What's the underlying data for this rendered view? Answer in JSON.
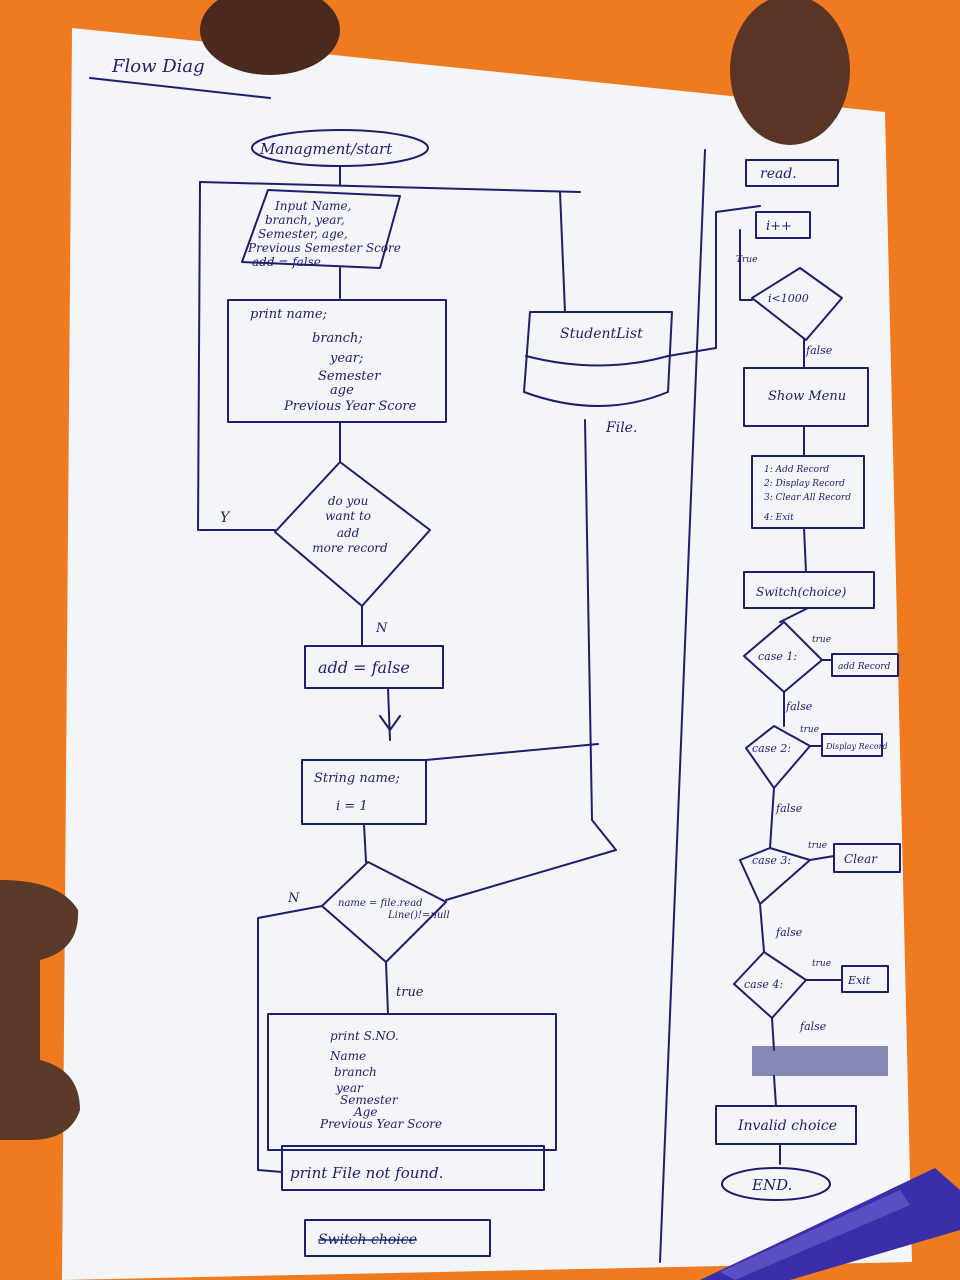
{
  "page_title": "Flow Diag",
  "left": {
    "start": "Managment/start",
    "input": [
      "Input Name,",
      "branch, year,",
      "Semester, age,",
      "Previous Semester Score",
      "add = false"
    ],
    "print": [
      "print name;",
      "branch;",
      "year;",
      "Semester",
      "age",
      "Previous Year Score"
    ],
    "decision_add": [
      "do you",
      "want to",
      "add",
      "more record"
    ],
    "yes": "Y",
    "no": "N",
    "set_add": "add = false",
    "init": [
      "String name;",
      "i = 1"
    ],
    "loop_cond": [
      "name = file.read",
      "Line()!=null"
    ],
    "loop_no": "N",
    "loop_true": "true",
    "print2": [
      "print S.NO.",
      "Name",
      "branch",
      "year",
      "Semester",
      "Age",
      "Previous Year Score"
    ],
    "not_found": "print  File not found.",
    "scribble": "Switch choice"
  },
  "file": {
    "label": "StudentList",
    "caption": "File."
  },
  "right": {
    "head": "read.",
    "incr": "i++",
    "true": "True",
    "cond": "i<1000",
    "false1": "false",
    "menu": "Show Menu",
    "options": [
      "1: Add Record",
      "2: Display Record",
      "3: Clear All Record",
      "4: Exit"
    ],
    "switch": "Switch(choice)",
    "case1": "case 1:",
    "case1_action": "add Record",
    "case2": "case 2:",
    "case2_action": "Display Record",
    "case3": "case 3:",
    "case3_action": "Clear",
    "case4": "case 4:",
    "case4_action": "Exit",
    "true_label": "true",
    "false_label": "false",
    "invalid": "Invalid choice",
    "end": "END."
  },
  "colors": {
    "background": "#f07a1f",
    "paper": "#f4f5f8",
    "ink": "#1c1f6e",
    "pen": "#3a2fa8"
  }
}
